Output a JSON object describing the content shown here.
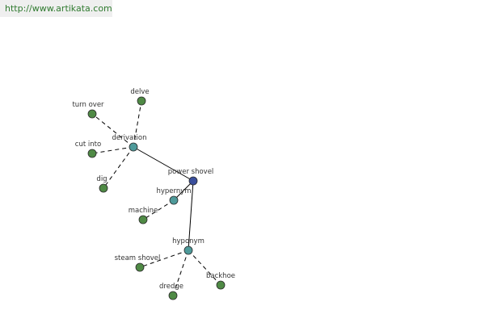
{
  "header": {
    "url": "http://www.artikata.com"
  },
  "colors": {
    "root_node": "#3a4f9c",
    "relation_node": "#4e9a9a",
    "word_node": "#4f8a45",
    "node_stroke": "#2a2a2a",
    "url_text": "#2f7a2f"
  },
  "graph": {
    "root": "power shovel",
    "nodes": [
      {
        "id": "power-shovel",
        "label": "power shovel",
        "kind": "root"
      },
      {
        "id": "derivation",
        "label": "derivation",
        "kind": "relation"
      },
      {
        "id": "hypernym",
        "label": "hypernym",
        "kind": "relation"
      },
      {
        "id": "hyponym",
        "label": "hyponym",
        "kind": "relation"
      },
      {
        "id": "turn-over",
        "label": "turn over",
        "kind": "word"
      },
      {
        "id": "delve",
        "label": "delve",
        "kind": "word"
      },
      {
        "id": "cut-into",
        "label": "cut into",
        "kind": "word"
      },
      {
        "id": "dig",
        "label": "dig",
        "kind": "word"
      },
      {
        "id": "machine",
        "label": "machine",
        "kind": "word"
      },
      {
        "id": "steam-shovel",
        "label": "steam shovel",
        "kind": "word"
      },
      {
        "id": "dredge",
        "label": "dredge",
        "kind": "word"
      },
      {
        "id": "backhoe",
        "label": "backhoe",
        "kind": "word"
      }
    ],
    "edges": [
      {
        "from": "power-shovel",
        "to": "derivation",
        "style": "solid"
      },
      {
        "from": "power-shovel",
        "to": "hypernym",
        "style": "solid"
      },
      {
        "from": "power-shovel",
        "to": "hyponym",
        "style": "solid"
      },
      {
        "from": "derivation",
        "to": "turn-over",
        "style": "dashed"
      },
      {
        "from": "derivation",
        "to": "delve",
        "style": "dashed"
      },
      {
        "from": "derivation",
        "to": "cut-into",
        "style": "dashed"
      },
      {
        "from": "derivation",
        "to": "dig",
        "style": "dashed"
      },
      {
        "from": "hypernym",
        "to": "machine",
        "style": "dashed"
      },
      {
        "from": "hyponym",
        "to": "steam-shovel",
        "style": "dashed"
      },
      {
        "from": "hyponym",
        "to": "dredge",
        "style": "dashed"
      },
      {
        "from": "hyponym",
        "to": "backhoe",
        "style": "dashed"
      }
    ]
  }
}
